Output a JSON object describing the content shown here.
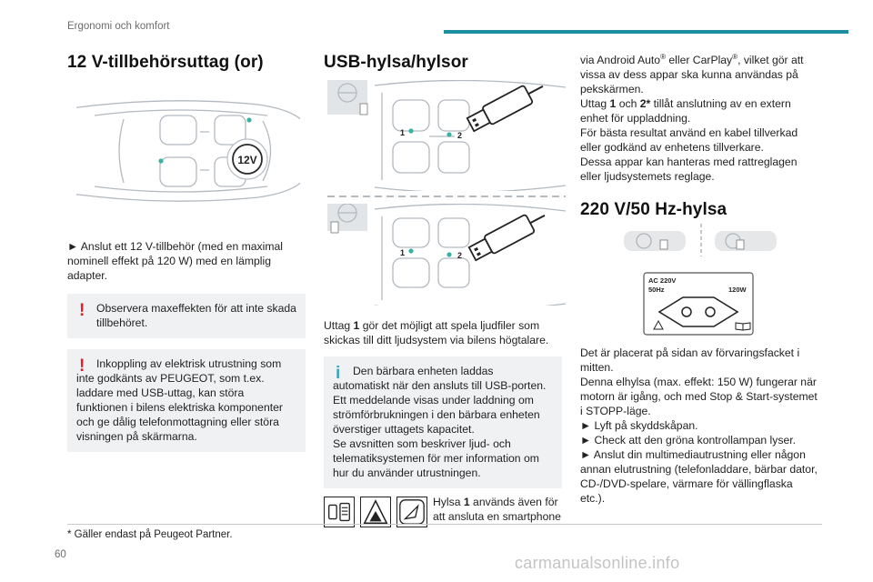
{
  "header": {
    "section": "Ergonomi och komfort"
  },
  "col1": {
    "title": "12 V-tillbehörsuttag (or)",
    "socket_label": "12V",
    "step1_arrow": "►",
    "step1": "Anslut ett 12 V-tillbehör (med en maximal nominell effekt på 120 W) med en lämplig adapter.",
    "warn1_mark": "!",
    "warn1": "Observera maxeffekten för att inte skada tillbehöret.",
    "warn2_mark": "!",
    "warn2": "Inkoppling av elektrisk utrustning som inte godkänts av PEUGEOT, som t.ex. laddare med USB-uttag, kan störa funktionen i bilens elektriska komponenter och ge dålig telefonmottagning eller störa visningen på skärmarna."
  },
  "col2": {
    "title": "USB-hylsa/hylsor",
    "fig_label_1": "1",
    "fig_label_2": "2",
    "para_pre": "Uttag",
    "para_num": "1",
    "para_post": "gör det möjligt att spela ljudfiler som skickas till ditt ljudsystem via bilens högtalare.",
    "info_mark": "i",
    "info_lead": "Den bärbara enheten laddas automatiskt när den ansluts till USB-porten.",
    "info_p2": "Ett meddelande visas under laddning om strömförbrukningen i den bärbara enheten överstiger uttagets kapacitet.",
    "info_p3": "Se avsnitten som beskriver ljud- och telematiksystemen för mer information om hur du använder utrustningen.",
    "icons": [
      "smartphone-mirror-icon",
      "android-auto-icon",
      "carplay-icon"
    ],
    "icon_text_pre": "Hylsa",
    "icon_text_num": "1",
    "icon_text_post": "används även för att ansluta en smartphone"
  },
  "col3": {
    "cont_pre": "via Android Auto",
    "reg1": "®",
    "cont_mid": " eller CarPlay",
    "reg2": "®",
    "cont_post": ", vilket gör att vissa av dess appar ska kunna användas på pekskärmen.",
    "l2_pre": "Uttag",
    "l2_n1": "1",
    "l2_mid": "och",
    "l2_n2": "2*",
    "l2_post": "tillåt anslutning av en extern enhet för uppladdning.",
    "l3": "För bästa resultat använd en kabel tillverkad eller godkänd av enhetens tillverkare.",
    "l4": "Dessa appar kan hanteras med rattreglagen eller ljudsystemets reglage.",
    "title2": "220 V/50 Hz-hylsa",
    "socket_ac": "AC 220V",
    "socket_hz": "50Hz",
    "socket_w": "120W",
    "p1": "Det är placerat på sidan av förvaringsfacket i mitten.",
    "p2": "Denna elhylsa (max. effekt: 150 W) fungerar när motorn är igång, och med Stop & Start-systemet i STOPP-läge.",
    "arrow": "►",
    "s1": "Lyft på skyddskåpan.",
    "s2": "Check att den gröna kontrollampan lyser.",
    "s3": "Anslut din multimediautrustning eller någon annan elutrustning (telefonladdare, bärbar dator, CD-/DVD-spelare, värmare för vällingflaska etc.)."
  },
  "footer": {
    "footnote": "* Gäller endast på Peugeot Partner.",
    "page": "60",
    "watermark": "carmanualsonline.info"
  }
}
